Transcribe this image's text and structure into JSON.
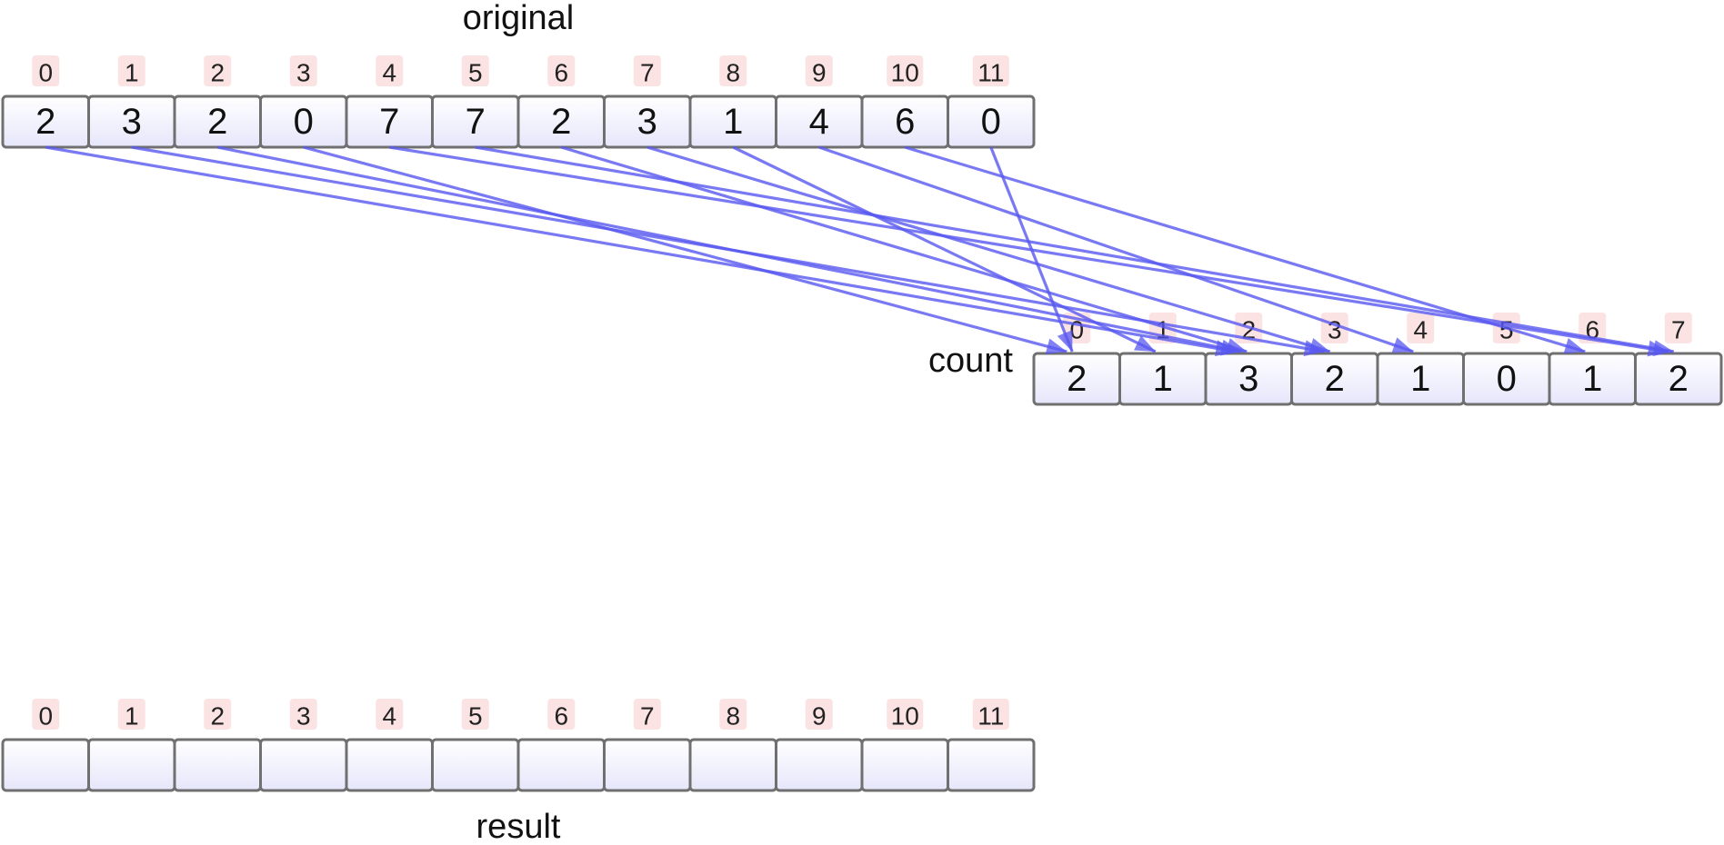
{
  "original": {
    "label": "original",
    "indices": [
      "0",
      "1",
      "2",
      "3",
      "4",
      "5",
      "6",
      "7",
      "8",
      "9",
      "10",
      "11"
    ],
    "values": [
      "2",
      "3",
      "2",
      "0",
      "7",
      "7",
      "2",
      "3",
      "1",
      "4",
      "6",
      "0"
    ]
  },
  "count": {
    "label": "count",
    "indices": [
      "0",
      "1",
      "2",
      "3",
      "4",
      "5",
      "6",
      "7"
    ],
    "values": [
      "2",
      "1",
      "3",
      "2",
      "1",
      "0",
      "1",
      "2"
    ]
  },
  "result": {
    "label": "result",
    "indices": [
      "0",
      "1",
      "2",
      "3",
      "4",
      "5",
      "6",
      "7",
      "8",
      "9",
      "10",
      "11"
    ],
    "values": [
      "",
      "",
      "",
      "",
      "",
      "",
      "",
      "",
      "",
      "",
      "",
      ""
    ]
  },
  "arrows": [
    {
      "from": 0,
      "to": 2
    },
    {
      "from": 1,
      "to": 3
    },
    {
      "from": 2,
      "to": 2
    },
    {
      "from": 3,
      "to": 0
    },
    {
      "from": 4,
      "to": 7
    },
    {
      "from": 5,
      "to": 7
    },
    {
      "from": 6,
      "to": 2
    },
    {
      "from": 7,
      "to": 3
    },
    {
      "from": 8,
      "to": 1
    },
    {
      "from": 9,
      "to": 4
    },
    {
      "from": 10,
      "to": 6
    },
    {
      "from": 11,
      "to": 0
    }
  ],
  "colors": {
    "arrow": "#5858f0",
    "cell_fill_top": "#ffffff",
    "cell_fill_bottom": "#e6e6fb",
    "cell_border": "#707070",
    "index_bg": "#fbe3e3"
  }
}
